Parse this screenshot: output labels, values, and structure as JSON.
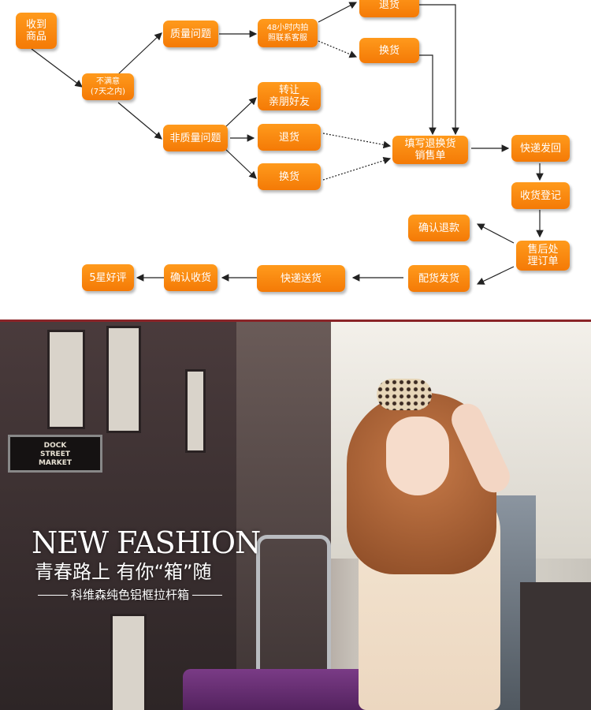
{
  "flow": {
    "nodes": {
      "received": "收到\n商品",
      "unsatisfied": "不满意\n(7天之内)",
      "quality_issue": "质量问题",
      "photo_contact": "48小时内拍\n照联系客服",
      "return_top": "退货",
      "exchange_top": "换货",
      "non_quality_issue": "非质量问题",
      "transfer_friends": "转让\n亲朋好友",
      "return_mid": "退货",
      "exchange_mid": "换货",
      "fill_form": "填写退换货\n销售单",
      "express_back": "快递发回",
      "receive_register": "收货登记",
      "after_sales": "售后处\n理订单",
      "confirm_refund": "确认退款",
      "distribute": "配货发货",
      "express_deliver": "快递送货",
      "confirm_receipt": "确认收货",
      "five_star": "5星好评"
    },
    "colors": {
      "node": "#f47a06",
      "arrow": "#222222"
    }
  },
  "banner": {
    "sign_text": "DOCK\nSTREET\nMARKET",
    "title": "NEW FASHION",
    "slogan": "青春路上 有你“箱”随",
    "product_line": "科维森纯色铝框拉杆箱",
    "divider_color": "#8a2428"
  }
}
